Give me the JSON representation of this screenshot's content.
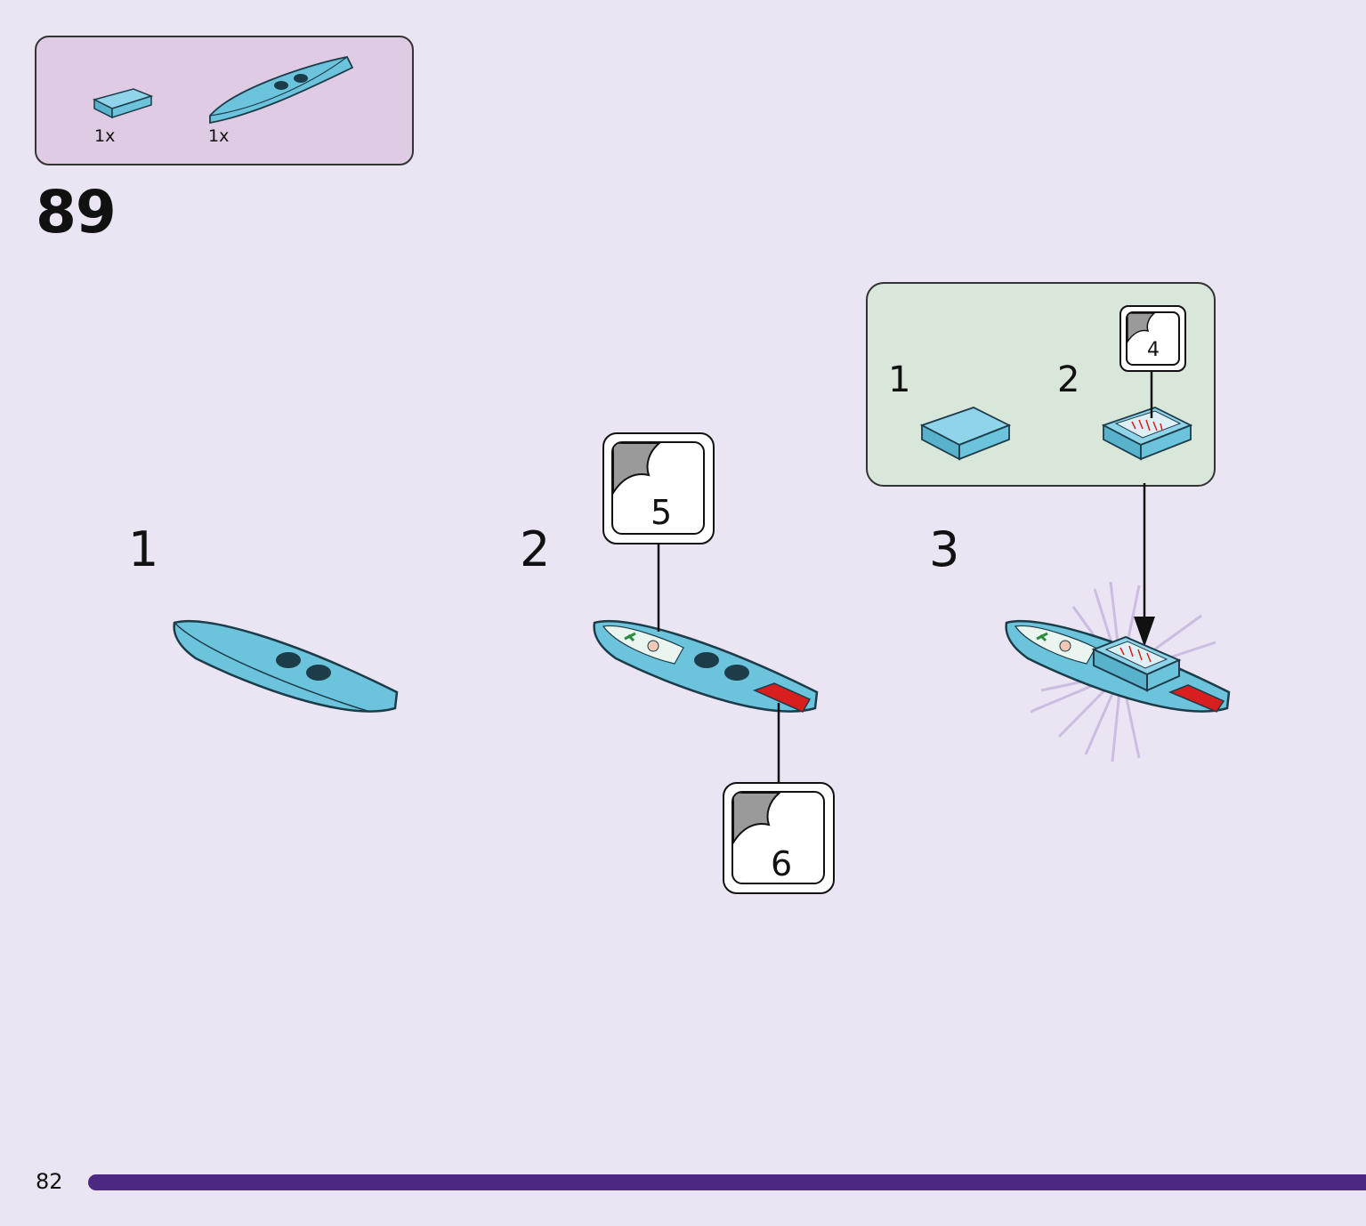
{
  "parts_list": {
    "items": [
      {
        "quantity": "1x",
        "part": "tile-1x2-medium-azure"
      },
      {
        "quantity": "1x",
        "part": "surfboard-medium-azure"
      }
    ]
  },
  "step": {
    "number": "89",
    "sub_steps": [
      "1",
      "2",
      "3"
    ]
  },
  "stickers": {
    "sticker_5": "5",
    "sticker_6": "6",
    "sticker_4": "4"
  },
  "callout": {
    "steps": [
      "1",
      "2"
    ]
  },
  "footer": {
    "page_number": "82"
  },
  "colors": {
    "background": "#ebe4f2",
    "parts_box": "#dfcbe4",
    "callout_box": "#d9e6da",
    "brick_azure": "#6cc3dc",
    "sticker_red": "#d81e1e",
    "progress_bar": "#4c2882"
  }
}
